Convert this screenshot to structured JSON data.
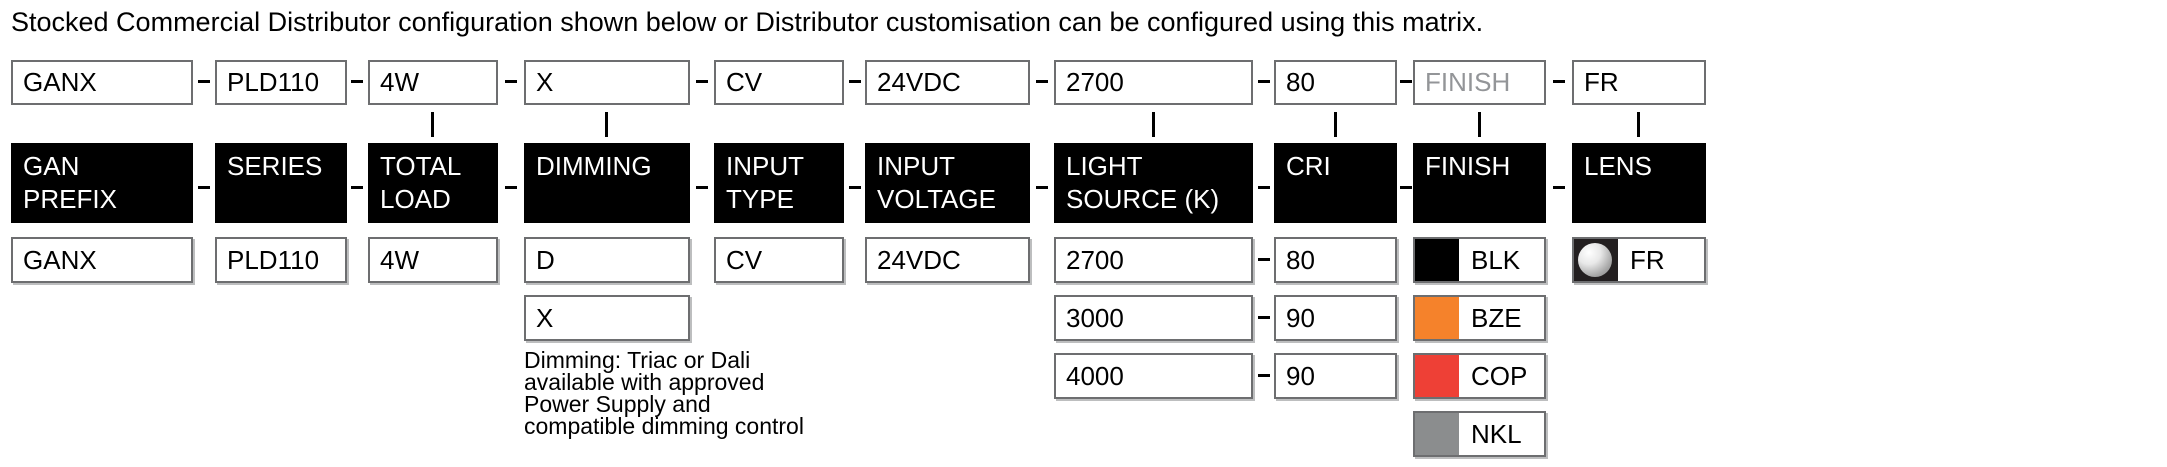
{
  "title": "Stocked Commercial Distributor configuration shown below or Distributor customisation can be configured using this matrix.",
  "colors": {
    "box_border": "#6D6E70",
    "header_bg": "#000000",
    "header_text": "#FFFFFF",
    "placeholder_text": "#939598",
    "blk": "#000000",
    "bze": "#F5822B",
    "cop": "#EE4036",
    "nkl": "#8B8D8E"
  },
  "columns": [
    {
      "header_lines": [
        "GAN",
        "PREFIX"
      ],
      "code": "GANX",
      "options": [
        {
          "label": "GANX"
        }
      ]
    },
    {
      "header_lines": [
        "SERIES"
      ],
      "code": "PLD110",
      "options": [
        {
          "label": "PLD110"
        }
      ]
    },
    {
      "header_lines": [
        "TOTAL",
        "LOAD"
      ],
      "code": "4W",
      "options": [
        {
          "label": "4W"
        }
      ]
    },
    {
      "header_lines": [
        "DIMMING"
      ],
      "code": "X",
      "options": [
        {
          "label": "D"
        },
        {
          "label": "X"
        }
      ]
    },
    {
      "header_lines": [
        "INPUT",
        "TYPE"
      ],
      "code": "CV",
      "options": [
        {
          "label": "CV"
        }
      ]
    },
    {
      "header_lines": [
        "INPUT",
        "VOLTAGE"
      ],
      "code": "24VDC",
      "options": [
        {
          "label": "24VDC"
        }
      ]
    },
    {
      "header_lines": [
        "LIGHT",
        "SOURCE (K)"
      ],
      "code": "2700",
      "options": [
        {
          "label": "2700"
        },
        {
          "label": "3000"
        },
        {
          "label": "4000"
        }
      ]
    },
    {
      "header_lines": [
        "CRI"
      ],
      "code": "80",
      "options": [
        {
          "label": "80"
        },
        {
          "label": "90"
        },
        {
          "label": "90"
        }
      ]
    },
    {
      "header_lines": [
        "FINISH"
      ],
      "code": "FINISH",
      "options": [
        {
          "label": "BLK",
          "swatch_color": "#000000"
        },
        {
          "label": "BZE",
          "swatch_color": "#F5822B"
        },
        {
          "label": "COP",
          "swatch_color": "#EE4036"
        },
        {
          "label": "NKL",
          "swatch_color": "#8B8D8E"
        }
      ]
    },
    {
      "header_lines": [
        "LENS"
      ],
      "code": "FR",
      "options": [
        {
          "label": "FR",
          "swatch": "frosted-lens"
        }
      ]
    }
  ],
  "note_lines": [
    "Dimming: Triac or Dali",
    "available with approved",
    "Power Supply and",
    "compatible dimming control"
  ]
}
